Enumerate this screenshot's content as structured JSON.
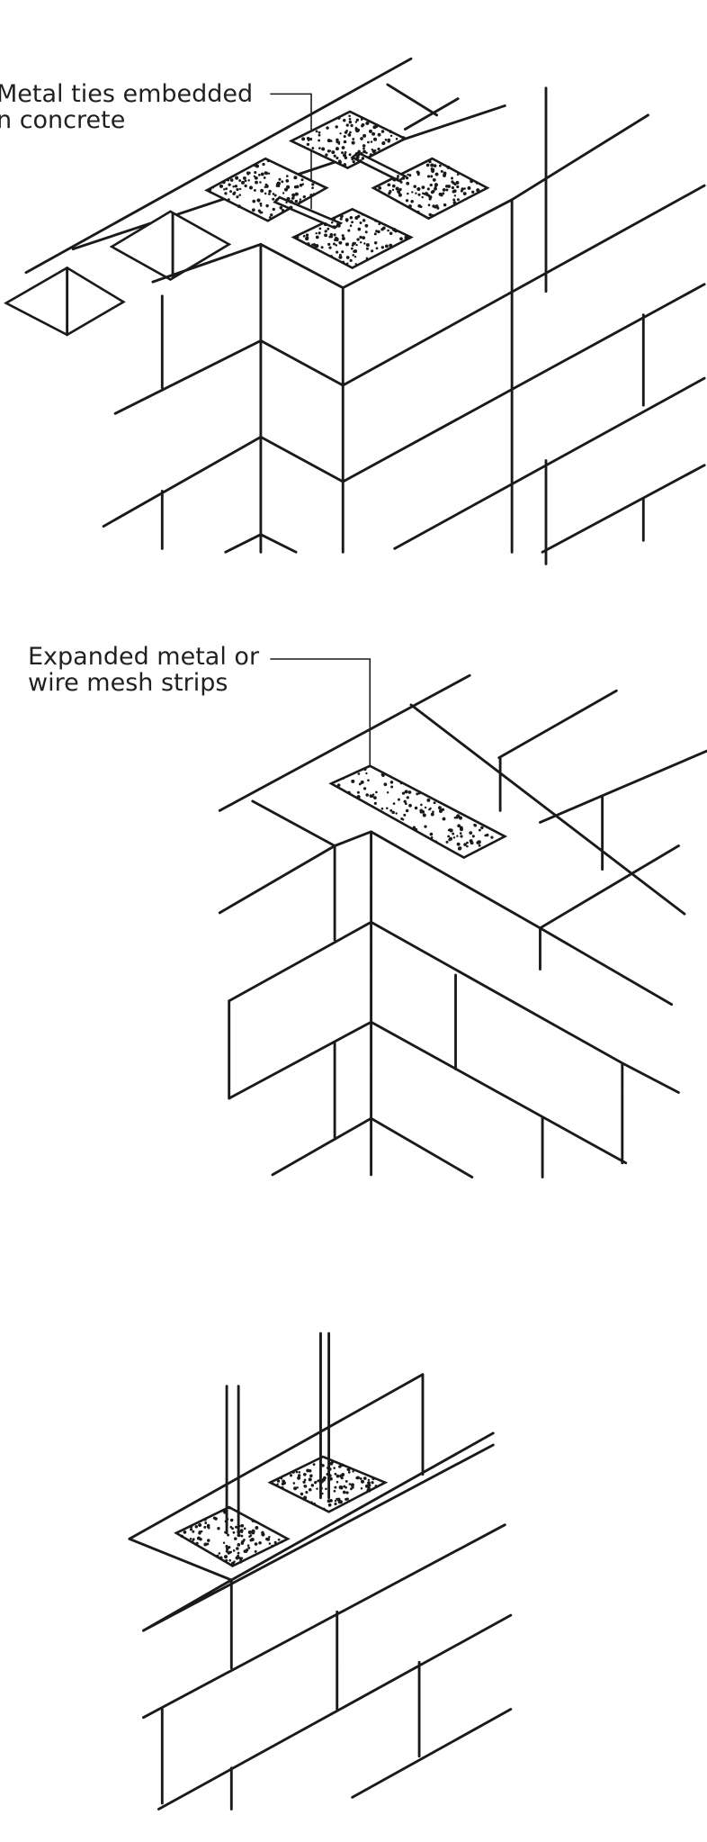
{
  "figures": [
    {
      "label_line1": "Metal ties embedded",
      "label_line2": "n concrete"
    },
    {
      "label_line1": "Expanded metal or",
      "label_line2": "wire mesh strips"
    },
    {}
  ],
  "colors": {
    "line": "#1a1a1a",
    "background": "#ffffff"
  }
}
